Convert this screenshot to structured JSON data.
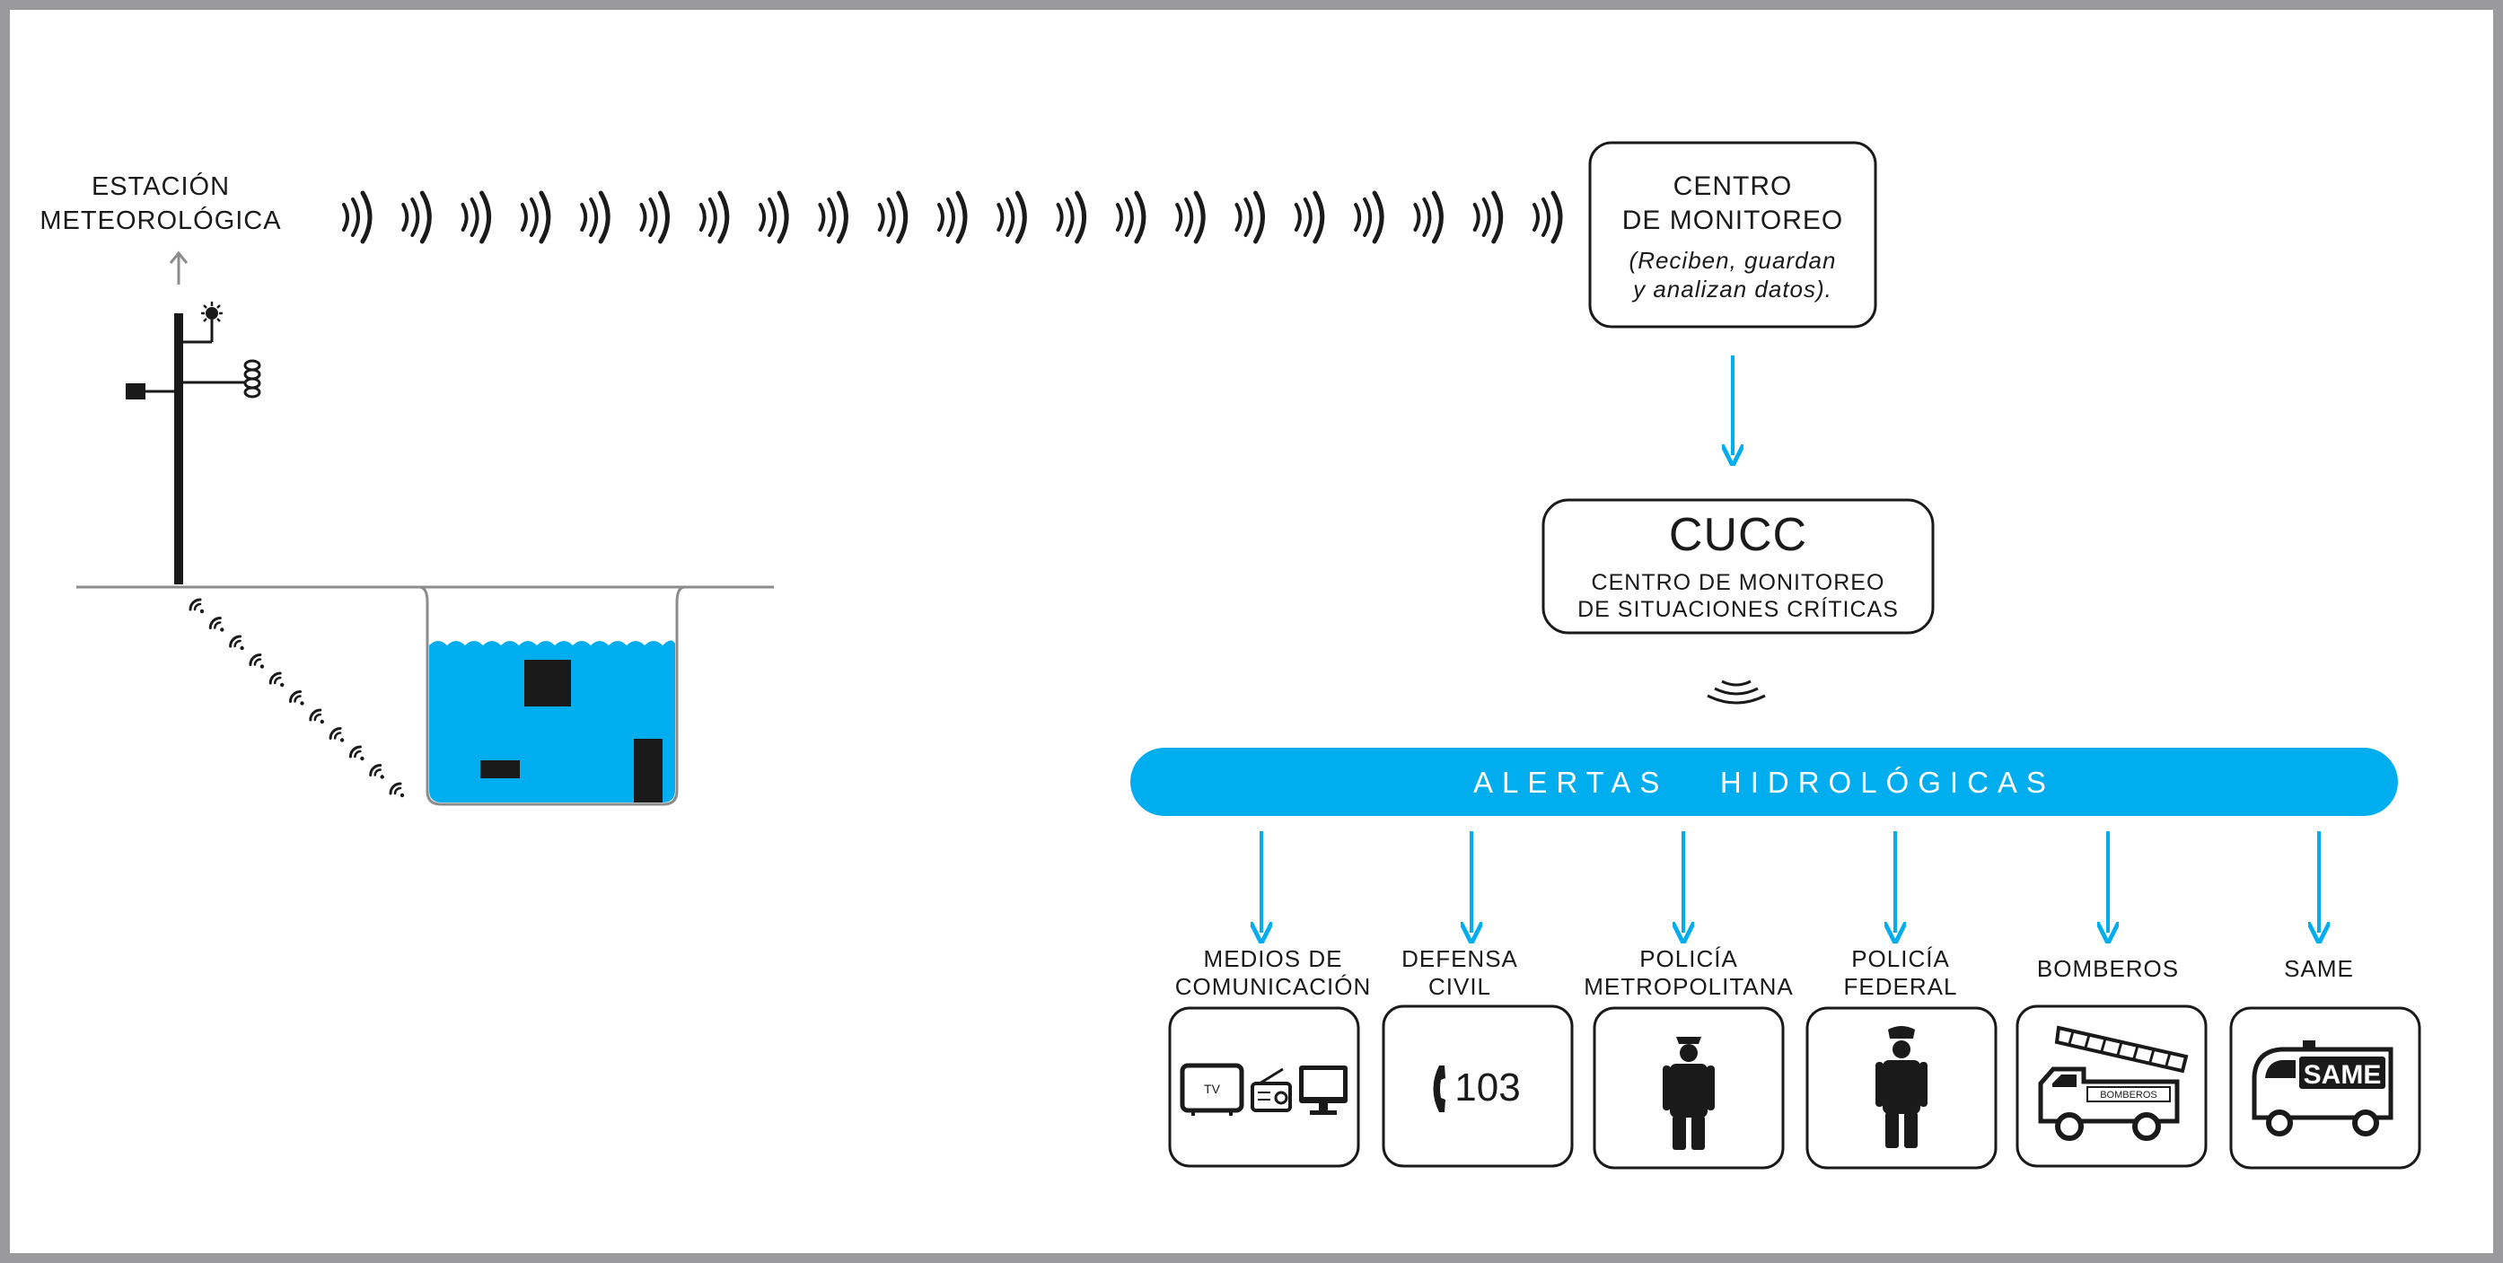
{
  "station": {
    "line1": "ESTACIÓN",
    "line2": "METEOROLÓGICA"
  },
  "monitoring_center": {
    "line1": "CENTRO",
    "line2": "DE MONITOREO",
    "note1": "(Reciben, guardan",
    "note2": "y analizan datos)."
  },
  "cucc": {
    "title": "CUCC",
    "line1": "CENTRO DE MONITOREO",
    "line2": "DE SITUACIONES CRÍTICAS"
  },
  "alert_bar": {
    "label": "ALERTAS   HIDROLÓGICAS"
  },
  "agencies": [
    {
      "line1": "MEDIOS DE",
      "line2": "COMUNICACIÓN",
      "icon": "media-icon",
      "icon_text": "TV"
    },
    {
      "line1": "DEFENSA",
      "line2": "CIVIL",
      "icon": "phone-icon",
      "icon_text": "103"
    },
    {
      "line1": "POLICÍA",
      "line2": "METROPOLITANA",
      "icon": "police-officer-icon",
      "icon_text": ""
    },
    {
      "line1": "POLICÍA",
      "line2": "FEDERAL",
      "icon": "police-officer-icon",
      "icon_text": ""
    },
    {
      "line1": "",
      "line2": "BOMBEROS",
      "icon": "fire-truck-icon",
      "icon_text": "BOMBEROS"
    },
    {
      "line1": "",
      "line2": "SAME",
      "icon": "ambulance-icon",
      "icon_text": "SAME"
    }
  ],
  "colors": {
    "accent_blue": "#00AEEF",
    "dark": "#1a1a1a",
    "ground": "#8c8c8c",
    "water": "#00AEEF",
    "frame": "#9a9a9c"
  }
}
